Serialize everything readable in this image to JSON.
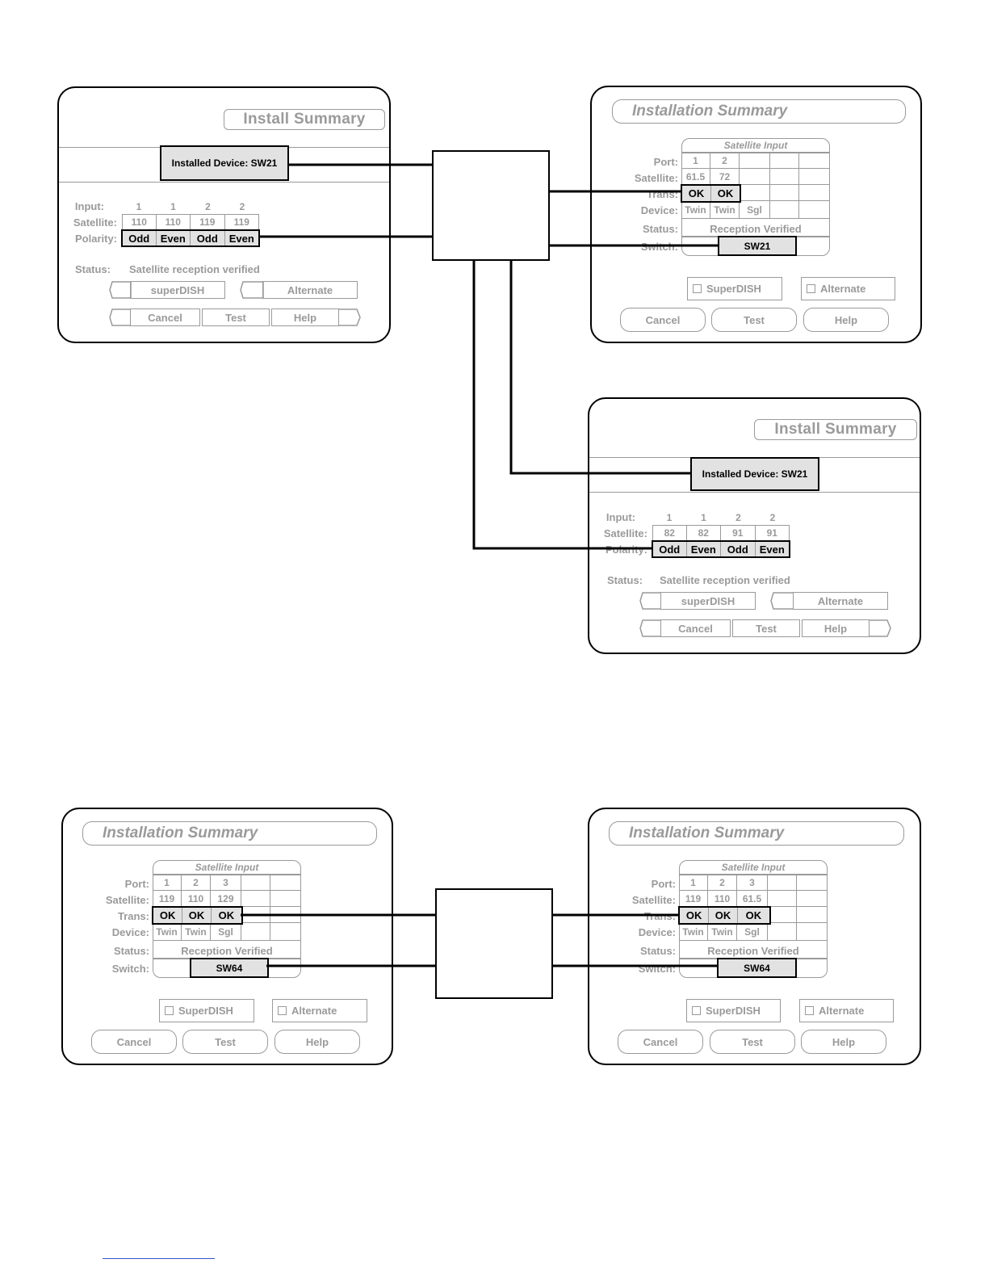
{
  "panel_a": {
    "title": "Install Summary",
    "installed_device": "Installed Device: SW21",
    "input_label": "Input:",
    "satellite_label": "Satellite:",
    "polarity_label": "Polarity:",
    "inputs": [
      "1",
      "1",
      "2",
      "2"
    ],
    "satellites": [
      "110",
      "110",
      "119",
      "119"
    ],
    "polarities": [
      "Odd",
      "Even",
      "Odd",
      "Even"
    ],
    "status_label": "Status:",
    "status_text": "Satellite reception verified",
    "superdish_button": "superDISH",
    "alternate_button": "Alternate",
    "cancel_button": "Cancel",
    "test_button": "Test",
    "help_button": "Help"
  },
  "panel_b": {
    "title": "Installation Summary",
    "sat_input_header": "Satellite Input",
    "port_label": "Port:",
    "satellite_label": "Satellite:",
    "trans_label": "Trans:",
    "device_label": "Device:",
    "status_label": "Status:",
    "switch_label": "Switch:",
    "ports": [
      "1",
      "2",
      "",
      "",
      ""
    ],
    "satellites": [
      "61.5",
      "72",
      "",
      "",
      ""
    ],
    "trans": [
      "OK",
      "OK"
    ],
    "devices": [
      "Twin",
      "Twin",
      "Sgl",
      "",
      ""
    ],
    "status_text": "Reception Verified",
    "switch_value": "SW21",
    "superdish_button": "SuperDISH",
    "alternate_button": "Alternate",
    "cancel_button": "Cancel",
    "test_button": "Test",
    "help_button": "Help"
  },
  "panel_c": {
    "title": "Install Summary",
    "installed_device": "Installed Device: SW21",
    "input_label": "Input:",
    "satellite_label": "Satellite:",
    "polarity_label": "Polarity:",
    "inputs": [
      "1",
      "1",
      "2",
      "2"
    ],
    "satellites": [
      "82",
      "82",
      "91",
      "91"
    ],
    "polarities": [
      "Odd",
      "Even",
      "Odd",
      "Even"
    ],
    "status_label": "Status:",
    "status_text": "Satellite reception verified",
    "superdish_button": "superDISH",
    "alternate_button": "Alternate",
    "cancel_button": "Cancel",
    "test_button": "Test",
    "help_button": "Help"
  },
  "panel_d": {
    "title": "Installation Summary",
    "sat_input_header": "Satellite Input",
    "port_label": "Port:",
    "satellite_label": "Satellite:",
    "trans_label": "Trans:",
    "device_label": "Device:",
    "status_label": "Status:",
    "switch_label": "Switch:",
    "ports": [
      "1",
      "2",
      "3",
      "",
      ""
    ],
    "satellites": [
      "119",
      "110",
      "129",
      "",
      ""
    ],
    "trans": [
      "OK",
      "OK",
      "OK"
    ],
    "devices": [
      "Twin",
      "Twin",
      "Sgl",
      "",
      ""
    ],
    "status_text": "Reception Verified",
    "switch_value": "SW64",
    "superdish_button": "SuperDISH",
    "alternate_button": "Alternate",
    "cancel_button": "Cancel",
    "test_button": "Test",
    "help_button": "Help"
  },
  "panel_e": {
    "title": "Installation Summary",
    "sat_input_header": "Satellite Input",
    "port_label": "Port:",
    "satellite_label": "Satellite:",
    "trans_label": "Trans:",
    "device_label": "Device:",
    "status_label": "Status:",
    "switch_label": "Switch:",
    "ports": [
      "1",
      "2",
      "3",
      "",
      ""
    ],
    "satellites": [
      "119",
      "110",
      "61.5",
      "",
      ""
    ],
    "trans": [
      "OK",
      "OK",
      "OK"
    ],
    "devices": [
      "Twin",
      "Twin",
      "Sgl",
      "",
      ""
    ],
    "status_text": "Reception Verified",
    "switch_value": "SW64",
    "superdish_button": "SuperDISH",
    "alternate_button": "Alternate",
    "cancel_button": "Cancel",
    "test_button": "Test",
    "help_button": "Help"
  }
}
